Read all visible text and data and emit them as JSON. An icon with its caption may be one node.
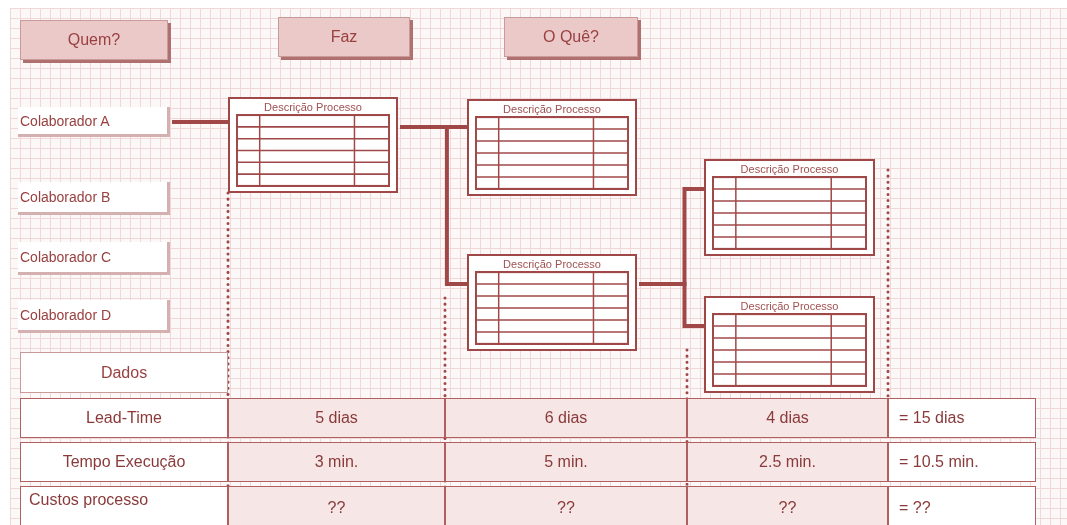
{
  "diagram": {
    "nodes": [
      {
        "text": [
          "Quem?"
        ]
      },
      {
        "text": [
          "Faz"
        ]
      },
      {
        "text": [
          "O Quê?"
        ]
      },
      {
        "text": [
          "Colaborador A"
        ]
      },
      {
        "text": [
          "Colaborador B"
        ]
      },
      {
        "text": [
          "Colaborador C"
        ]
      },
      {
        "text": [
          "Colaborador D"
        ]
      },
      {
        "text": [
          "Descrição Processo"
        ]
      },
      {
        "text": [
          "Descrição Processo"
        ]
      },
      {
        "text": [
          "Descrição Processo"
        ]
      },
      {
        "text": [
          "Descrição Processo"
        ]
      },
      {
        "text": [
          "Descrição Processo"
        ]
      },
      {
        "text": [
          "Dados"
        ]
      }
    ],
    "edges": [
      {
        "from": 3,
        "to": 7,
        "arrow": "none"
      },
      {
        "from": 7,
        "to": 8,
        "arrow": "none"
      },
      {
        "from": 7,
        "to": 9,
        "arrow": "none"
      },
      {
        "from": 9,
        "to": 10,
        "arrow": "none"
      },
      {
        "from": 9,
        "to": 11,
        "arrow": "none"
      }
    ],
    "labels": [
      "Lead-Time",
      "5 dias",
      "6 dias",
      "4 dias",
      "= 15 dias",
      "Tempo Execução",
      "3 min.",
      "5 min.",
      "2.5 min.",
      "= 10.5 min.",
      "Custos processo",
      "??",
      "??",
      "??",
      "= ??"
    ]
  }
}
